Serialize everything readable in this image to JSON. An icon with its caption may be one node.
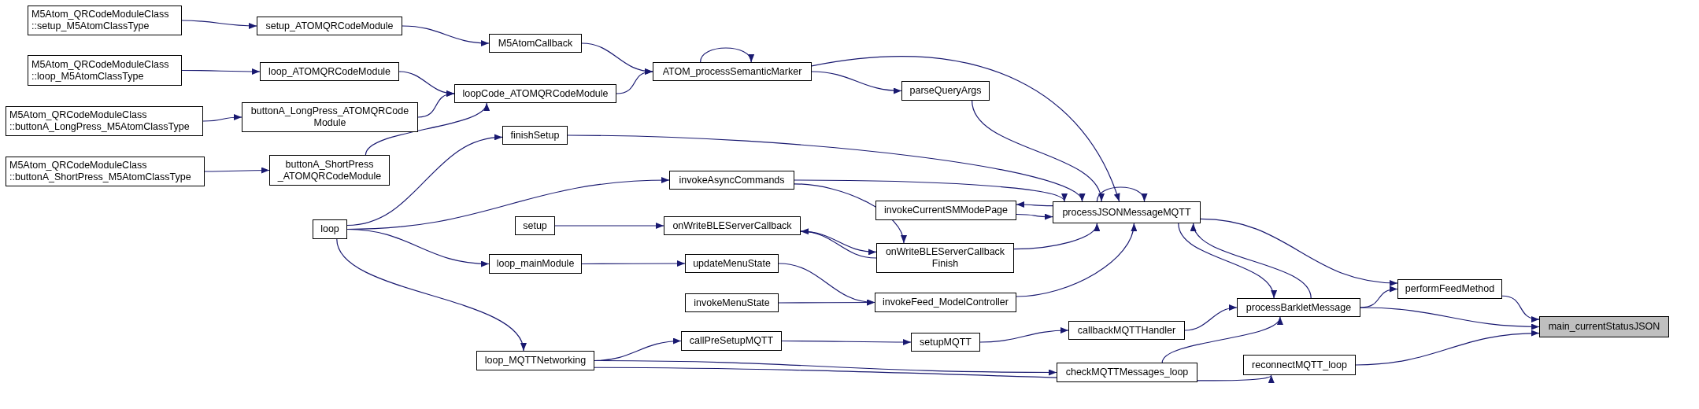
{
  "diagram": {
    "nodes": [
      {
        "text": [
          "M5Atom_QRCodeModuleClass ::setup_M5AtomClassType"
        ]
      },
      {
        "text": [
          "setup_ATOMQRCodeModule"
        ]
      },
      {
        "text": [
          "M5AtomCallback"
        ]
      },
      {
        "text": [
          "ATOM_processSemanticMarker"
        ]
      },
      {
        "text": [
          "M5Atom_QRCodeModuleClass ::loop_M5AtomClassType"
        ]
      },
      {
        "text": [
          "loop_ATOMQRCodeModule"
        ]
      },
      {
        "text": [
          "loopCode_ATOMQRCodeModule"
        ]
      },
      {
        "text": [
          "M5Atom_QRCodeModuleClass ::buttonA_LongPress_M5AtomClassType"
        ]
      },
      {
        "text": [
          "buttonA_LongPress_ATOMQRCode Module"
        ]
      },
      {
        "text": [
          "M5Atom_QRCodeModuleClass ::buttonA_ShortPress_M5AtomClassType"
        ]
      },
      {
        "text": [
          "buttonA_ShortPress _ATOMQRCodeModule"
        ]
      },
      {
        "text": [
          "finishSetup"
        ]
      },
      {
        "text": [
          "invokeAsyncCommands"
        ]
      },
      {
        "text": [
          "parseQueryArgs"
        ]
      },
      {
        "text": [
          "loop"
        ]
      },
      {
        "text": [
          "setup"
        ]
      },
      {
        "text": [
          "onWriteBLEServerCallback"
        ]
      },
      {
        "text": [
          "invokeCurrentSMModePage"
        ]
      },
      {
        "text": [
          "processJSONMessageMQTT"
        ]
      },
      {
        "text": [
          "onWriteBLEServerCallback Finish"
        ]
      },
      {
        "text": [
          "loop_mainModule"
        ]
      },
      {
        "text": [
          "updateMenuState"
        ]
      },
      {
        "text": [
          "invokeMenuState"
        ]
      },
      {
        "text": [
          "invokeFeed_ModelController"
        ]
      },
      {
        "text": [
          "performFeedMethod"
        ]
      },
      {
        "text": [
          "processBarkletMessage"
        ]
      },
      {
        "text": [
          "callbackMQTTHandler"
        ]
      },
      {
        "text": [
          "setupMQTT"
        ]
      },
      {
        "text": [
          "callPreSetupMQTT"
        ]
      },
      {
        "text": [
          "loop_MQTTNetworking"
        ]
      },
      {
        "text": [
          "checkMQTTMessages_loop"
        ]
      },
      {
        "text": [
          "reconnectMQTT_loop"
        ]
      },
      {
        "text": [
          "main_currentStatusJSON"
        ]
      }
    ],
    "edges": [
      {
        "from": 0,
        "to": 1,
        "arrow": "to"
      },
      {
        "from": 1,
        "to": 2,
        "arrow": "to"
      },
      {
        "from": 2,
        "to": 3,
        "arrow": "to"
      },
      {
        "from": 3,
        "to": 3,
        "arrow": "to"
      },
      {
        "from": 4,
        "to": 5,
        "arrow": "to"
      },
      {
        "from": 5,
        "to": 6,
        "arrow": "to"
      },
      {
        "from": 6,
        "to": 3,
        "arrow": "to"
      },
      {
        "from": 7,
        "to": 8,
        "arrow": "to"
      },
      {
        "from": 8,
        "to": 6,
        "arrow": "to"
      },
      {
        "from": 9,
        "to": 10,
        "arrow": "to"
      },
      {
        "from": 10,
        "to": 6,
        "arrow": "to"
      },
      {
        "from": 3,
        "to": 13,
        "arrow": "to"
      },
      {
        "from": 3,
        "to": 18,
        "arrow": "to"
      },
      {
        "from": 13,
        "to": 18,
        "arrow": "to"
      },
      {
        "from": 14,
        "to": 11,
        "arrow": "to"
      },
      {
        "from": 11,
        "to": 18,
        "arrow": "to"
      },
      {
        "from": 14,
        "to": 12,
        "arrow": "to"
      },
      {
        "from": 12,
        "to": 18,
        "arrow": "to"
      },
      {
        "from": 12,
        "to": 19,
        "arrow": "to"
      },
      {
        "from": 15,
        "to": 16,
        "arrow": "to"
      },
      {
        "from": 16,
        "to": 19,
        "arrow": "to"
      },
      {
        "from": 19,
        "to": 16,
        "arrow": "to"
      },
      {
        "from": 19,
        "to": 18,
        "arrow": "to"
      },
      {
        "from": 17,
        "to": 18,
        "arrow": "to"
      },
      {
        "from": 18,
        "to": 17,
        "arrow": "to"
      },
      {
        "from": 18,
        "to": 18,
        "arrow": "to"
      },
      {
        "from": 14,
        "to": 20,
        "arrow": "to"
      },
      {
        "from": 20,
        "to": 21,
        "arrow": "to"
      },
      {
        "from": 21,
        "to": 23,
        "arrow": "to"
      },
      {
        "from": 22,
        "to": 23,
        "arrow": "to"
      },
      {
        "from": 23,
        "to": 18,
        "arrow": "to"
      },
      {
        "from": 18,
        "to": 25,
        "arrow": "to"
      },
      {
        "from": 25,
        "to": 18,
        "arrow": "to"
      },
      {
        "from": 18,
        "to": 24,
        "arrow": "to"
      },
      {
        "from": 25,
        "to": 24,
        "arrow": "to"
      },
      {
        "from": 24,
        "to": 32,
        "arrow": "to"
      },
      {
        "from": 25,
        "to": 32,
        "arrow": "to"
      },
      {
        "from": 26,
        "to": 25,
        "arrow": "to"
      },
      {
        "from": 27,
        "to": 26,
        "arrow": "to"
      },
      {
        "from": 28,
        "to": 27,
        "arrow": "to"
      },
      {
        "from": 14,
        "to": 29,
        "arrow": "to"
      },
      {
        "from": 29,
        "to": 28,
        "arrow": "to"
      },
      {
        "from": 29,
        "to": 30,
        "arrow": "to"
      },
      {
        "from": 30,
        "to": 25,
        "arrow": "to"
      },
      {
        "from": 29,
        "to": 31,
        "arrow": "to"
      },
      {
        "from": 31,
        "to": 32,
        "arrow": "to"
      }
    ]
  }
}
